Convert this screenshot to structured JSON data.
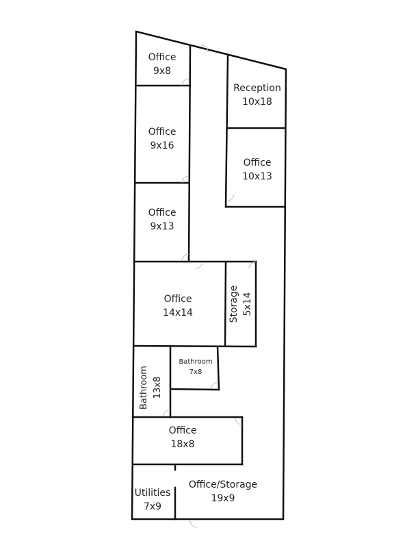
{
  "plan": {
    "rooms": [
      {
        "id": "office-1",
        "name": "Office",
        "size": "9x8"
      },
      {
        "id": "reception",
        "name": "Reception",
        "size": "10x18"
      },
      {
        "id": "office-2",
        "name": "Office",
        "size": "9x16"
      },
      {
        "id": "office-3",
        "name": "Office",
        "size": "10x13"
      },
      {
        "id": "office-4",
        "name": "Office",
        "size": "9x13"
      },
      {
        "id": "office-5",
        "name": "Office",
        "size": "14x14"
      },
      {
        "id": "storage",
        "name": "Storage",
        "size": "5x14"
      },
      {
        "id": "bathroom-1",
        "name": "Bathroom",
        "size": "7x8"
      },
      {
        "id": "bathroom-2",
        "name": "Bathroom",
        "size": "13x8"
      },
      {
        "id": "office-6",
        "name": "Office",
        "size": "18x8"
      },
      {
        "id": "utilities",
        "name": "Utilities",
        "size": "7x9"
      },
      {
        "id": "office-storage",
        "name": "Office/Storage",
        "size": "19x9"
      }
    ],
    "colors": {
      "wall": "#111111",
      "door": "#bbbbbb",
      "text": "#222222"
    }
  }
}
